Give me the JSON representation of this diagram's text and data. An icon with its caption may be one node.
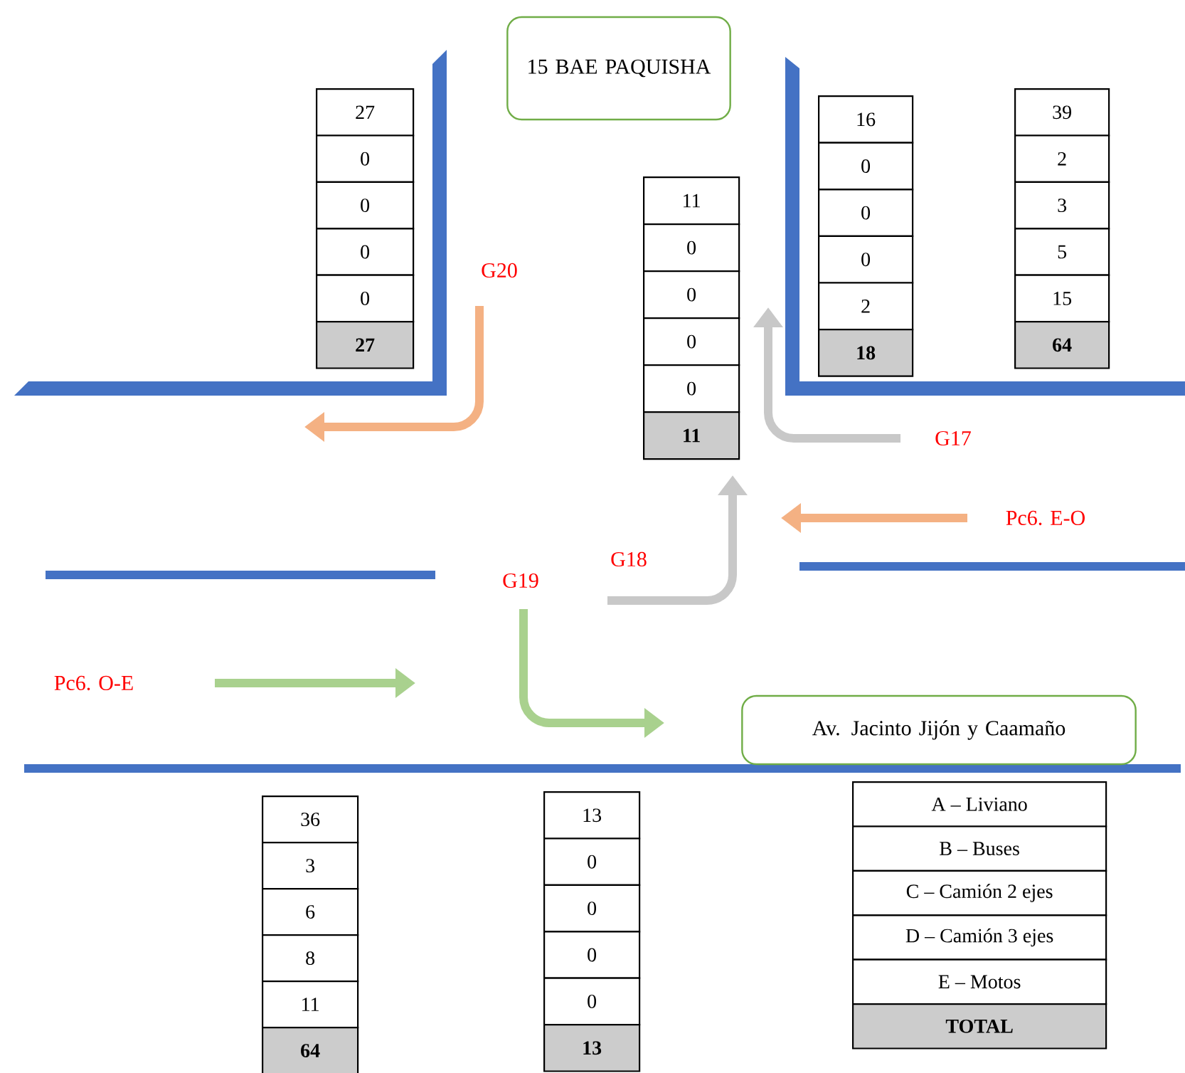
{
  "diagram": {
    "nodes": [
      {
        "text": [
          "15 BAE PAQUISHA"
        ]
      },
      {
        "text": [
          "Av. Jacinto Jijón y Caamaño"
        ]
      }
    ],
    "labels": [
      "27",
      "0",
      "0",
      "0",
      "0",
      "27",
      "16",
      "0",
      "0",
      "0",
      "2",
      "18",
      "39",
      "2",
      "3",
      "5",
      "15",
      "64",
      "11",
      "0",
      "0",
      "0",
      "0",
      "11",
      "G20",
      "G17",
      "Pc6. E-O",
      "G18",
      "G19",
      "Pc6. O-E",
      "36",
      "3",
      "6",
      "8",
      "11",
      "64",
      "13",
      "0",
      "0",
      "0",
      "0",
      "13",
      "A – Liviano",
      "B – Buses",
      "C – Camión 2 ejes",
      "D – Camión 3 ejes",
      "E – Motos",
      "TOTAL"
    ]
  }
}
